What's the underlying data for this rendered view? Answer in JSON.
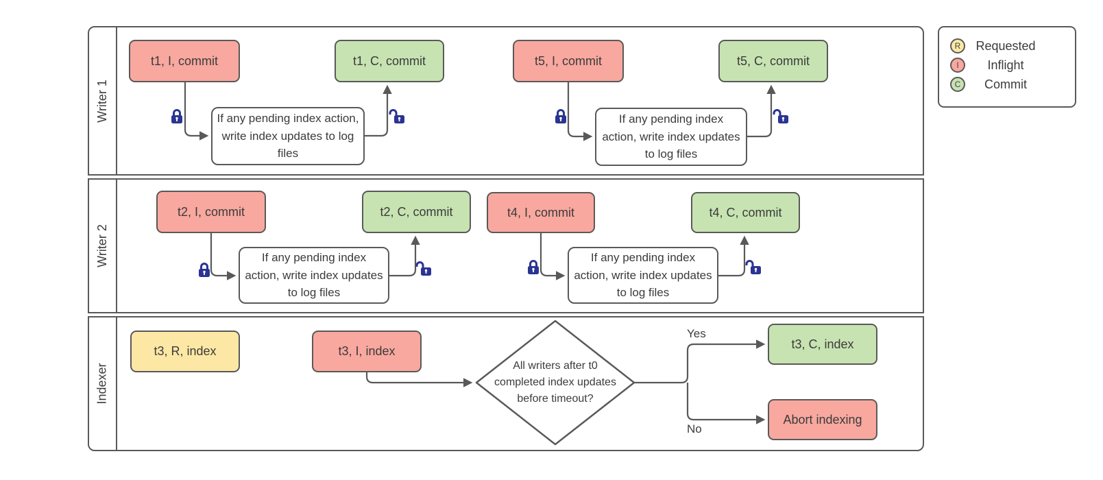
{
  "lanes": [
    {
      "label": "Writer 1"
    },
    {
      "label": "Writer 2"
    },
    {
      "label": "Indexer"
    }
  ],
  "process_text": "If any pending index action, write index updates to log files",
  "nodes": {
    "t1_inflight": {
      "label": "t1, I, commit"
    },
    "t1_commit": {
      "label": "t1, C, commit"
    },
    "t5_inflight": {
      "label": "t5, I, commit"
    },
    "t5_commit": {
      "label": "t5, C, commit"
    },
    "t2_inflight": {
      "label": "t2, I, commit"
    },
    "t2_commit": {
      "label": "t2, C, commit"
    },
    "t4_inflight": {
      "label": "t4, I, commit"
    },
    "t4_commit": {
      "label": "t4, C, commit"
    },
    "t3_requested": {
      "label": "t3, R, index"
    },
    "t3_inflight": {
      "label": "t3, I, index"
    },
    "t3_commit": {
      "label": "t3, C, index"
    },
    "abort": {
      "label": "Abort indexing"
    }
  },
  "decision": {
    "lines": [
      "All writers after t0",
      "completed index updates",
      "before timeout?"
    ],
    "yes": "Yes",
    "no": "No"
  },
  "legend": {
    "items": [
      {
        "symbol": "R",
        "label": "Requested",
        "color": "#fce8a4"
      },
      {
        "symbol": "I",
        "label": "Inflight",
        "color": "#f8a89f"
      },
      {
        "symbol": "C",
        "label": "Commit",
        "color": "#c7e3b2"
      }
    ]
  },
  "icons": {
    "lock_closed": "closed-padlock",
    "lock_open": "open-padlock"
  },
  "colors": {
    "requested": "#fce8a4",
    "inflight": "#f8a89f",
    "commit": "#c7e3b2",
    "line": "#595959",
    "lock": "#2a3492",
    "background": "#ffffff"
  }
}
